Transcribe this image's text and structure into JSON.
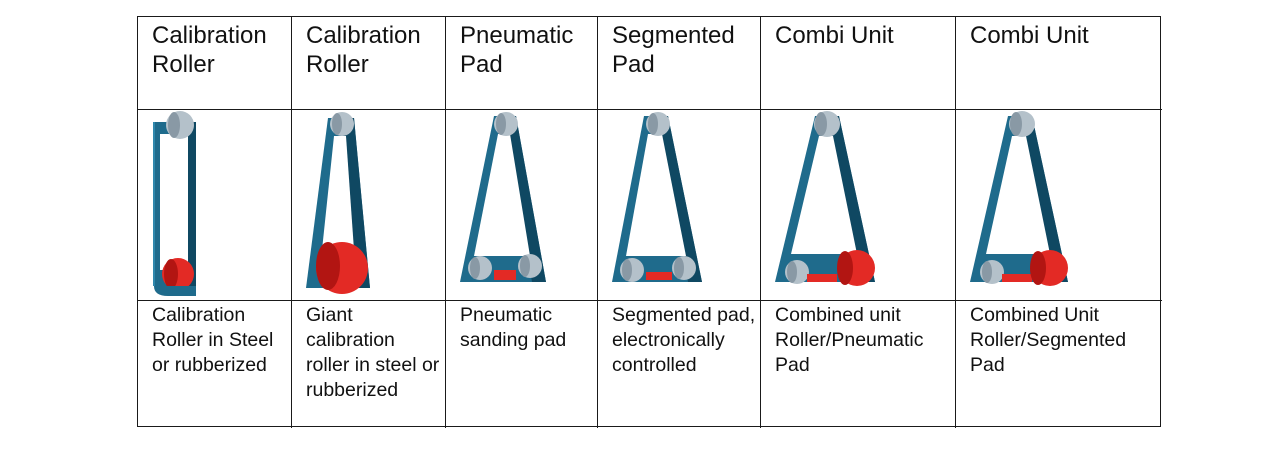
{
  "columns": [
    {
      "header": "Calibration Roller",
      "description": "Calibration Roller in Steel or rubberized",
      "image_icon": "calibration-roller-belt-diagram"
    },
    {
      "header": "Calibration Roller",
      "description": "Giant calibration roller in steel or rubberized",
      "image_icon": "giant-calibration-roller-belt-diagram"
    },
    {
      "header": "Pneumatic Pad",
      "description": "Pneumatic sanding pad",
      "image_icon": "pneumatic-pad-belt-diagram"
    },
    {
      "header": "Segmented Pad",
      "description": "Segmented pad, electronically controlled",
      "image_icon": "segmented-pad-belt-diagram"
    },
    {
      "header": "Combi Unit",
      "description": "Combined unit Roller/Pneumatic Pad",
      "image_icon": "combi-unit-pneumatic-belt-diagram"
    },
    {
      "header": "Combi Unit",
      "description": "Combined Unit Roller/Segmented Pad",
      "image_icon": "combi-unit-segmented-belt-diagram"
    }
  ],
  "colors": {
    "belt": "#1f6b8c",
    "belt_dark": "#0f4862",
    "belt_edge": "#2f88ad",
    "roller_gray": "#b4c1ca",
    "roller_gray_dark": "#8999a5",
    "roller_red": "#e32a25",
    "roller_red_dark": "#b21512",
    "border": "#1a1a1a"
  }
}
